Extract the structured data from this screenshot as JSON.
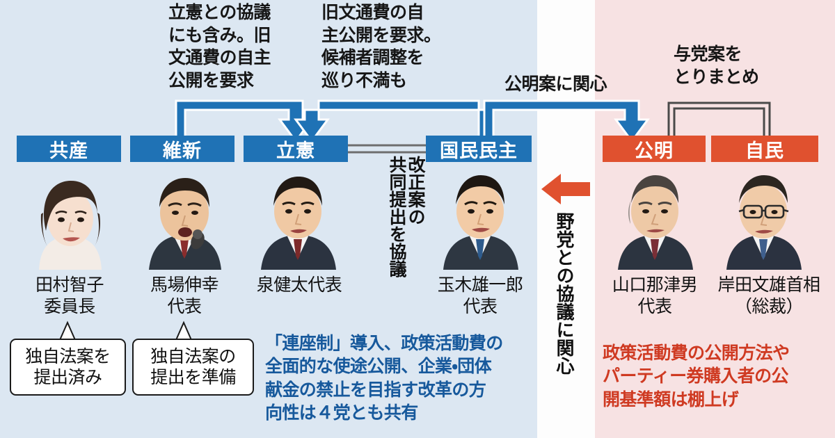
{
  "colors": {
    "opposition_band": "#dce7f2",
    "gap_band": "#fdfdfd",
    "ruling_band": "#f7e2e3",
    "opposition_bar": "#1f72b5",
    "ruling_bar": "#e0512f",
    "arrow_blue": "#1f72b5",
    "arrow_red": "#e0512f",
    "bracket_gray": "#4a4a4a",
    "shared_text_blue": "#17599c",
    "ruling_text_red": "#cf3a22"
  },
  "notes": {
    "ishin_note": "立憲との協議\nにも含み。旧\n文通費の自主\n公開を要求",
    "kokumin_note": "旧文通費の自\n主公開を要求。\n候補者調整を\n巡り不満も",
    "komei_interest_note": "公明案に関心",
    "ruling_compile_note": "与党案を\nとりまとめ"
  },
  "parties": [
    {
      "id": "kyosan",
      "bar_label": "共産",
      "side": "opposition",
      "person_name": "田村智子",
      "person_title": "委員長"
    },
    {
      "id": "ishin",
      "bar_label": "維新",
      "side": "opposition",
      "person_name": "馬場伸幸",
      "person_title": "代表"
    },
    {
      "id": "rikken",
      "bar_label": "立憲",
      "side": "opposition",
      "person_name": "泉健太代表",
      "person_title": ""
    },
    {
      "id": "kokumin",
      "bar_label": "国民民主",
      "side": "opposition",
      "person_name": "玉木雄一郎",
      "person_title": "代表"
    },
    {
      "id": "komei",
      "bar_label": "公明",
      "side": "ruling",
      "person_name": "山口那津男",
      "person_title": "代表"
    },
    {
      "id": "jimin",
      "bar_label": "自民",
      "side": "ruling",
      "person_name": "岸田文雄首相",
      "person_title": "（総裁）"
    }
  ],
  "captions": {
    "kyosan": "田村智子\n委員長",
    "ishin": "馬場伸幸\n代表",
    "rikken": "泉健太代表",
    "kokumin": "玉木雄一郎\n代表",
    "komei": "山口那津男\n代表",
    "jimin": "岸田文雄首相\n（総裁）"
  },
  "bubbles": {
    "kyosan_bubble": "独自法案を\n提出済み",
    "ishin_bubble": "独自法案の\n提出を準備"
  },
  "connectors": {
    "joint_bill_vertical": "改正案の共同提出を協議",
    "joint_bill_col_right": "改正案の",
    "joint_bill_col_left": "共同提出を協議",
    "ruling_interest_vertical": "野党との協議に関心"
  },
  "blocks": {
    "shared_goal": "「連座制」導入、政策活動費の\n全面的な使途公開、企業・団体\n献金の禁止を目指す改革の方\n向性は４党とも共有",
    "ruling_shelved": "政策活動費の公開方法や\nパーティー券購入者の公\n開基準額は棚上げ"
  }
}
